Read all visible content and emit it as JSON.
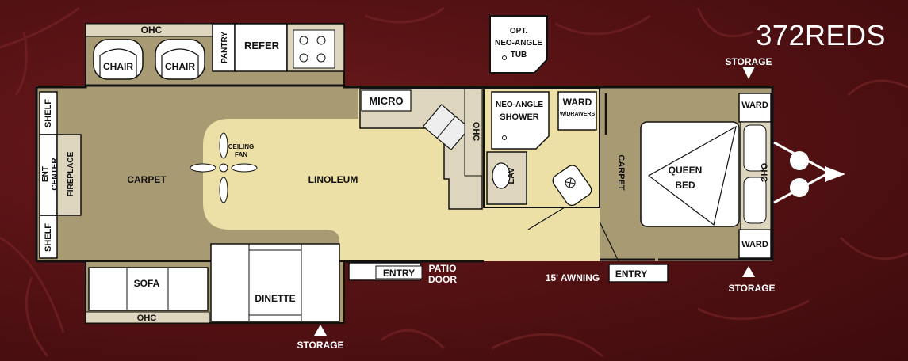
{
  "model": "372REDS",
  "labels": {
    "ohc_top": "OHC",
    "chair1": "CHAIR",
    "chair2": "CHAIR",
    "pantry": "PANTRY",
    "refer": "REFER",
    "tub_l1": "OPT.",
    "tub_l2": "NEO-ANGLE",
    "tub_l3": "TUB",
    "storage_tr": "STORAGE",
    "micro": "MICRO",
    "ohc_kitchen": "OHC",
    "shower_l1": "NEO-ANGLE",
    "shower_l2": "SHOWER",
    "ward_top": "WARD",
    "ward_drawers": "W/DRAWERS",
    "ward_bed_top": "WARD",
    "ward_bed_bottom": "WARD",
    "shelf_top": "SHELF",
    "shelf_bottom": "SHELF",
    "ent_l1": "ENT",
    "ent_l2": "CENTER",
    "fireplace": "FIREPLACE",
    "carpet_left": "CARPET",
    "fan_l1": "CEILING",
    "fan_l2": "FAN",
    "linoleum": "LINOLEUM",
    "lav": "LAV",
    "carpet_right": "CARPET",
    "bed_l1": "QUEEN",
    "bed_l2": "BED",
    "ohc_bed": "OHC",
    "sofa": "SOFA",
    "ohc_sofa": "OHC",
    "dinette": "DINETTE",
    "entry1": "ENTRY",
    "patio_l1": "PATIO",
    "patio_l2": "DOOR",
    "awning": "15' AWNING",
    "entry2": "ENTRY",
    "storage_br": "STORAGE",
    "storage_bottom": "STORAGE"
  },
  "colors": {
    "background": "#5a1214",
    "carpet": "#a89a72",
    "linoleum": "#ede0a6",
    "counter": "#ddd5bd",
    "wall": "#222222"
  }
}
